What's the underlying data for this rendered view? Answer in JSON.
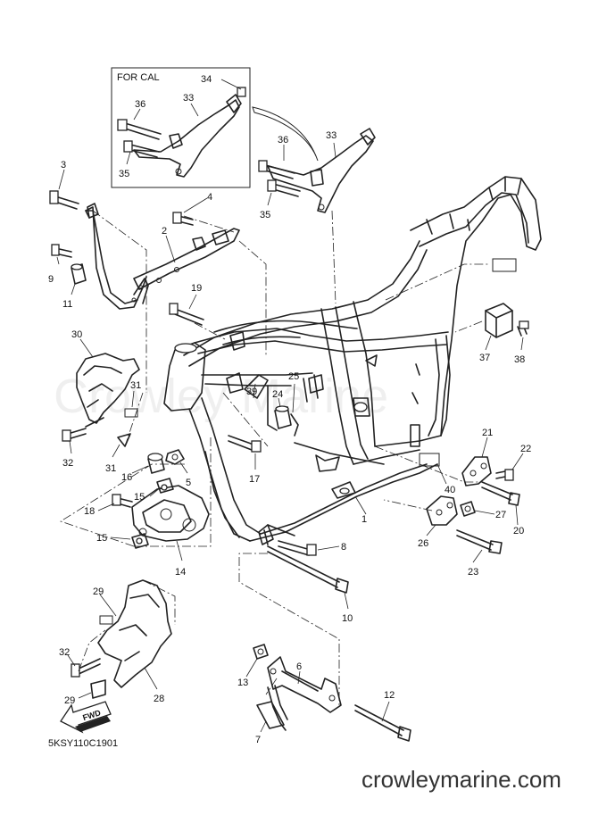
{
  "diagram": {
    "inset_title": "FOR CAL",
    "drawing_code": "5KSY110C1901",
    "watermark": "Crowley Marine",
    "site": "crowleymarine.com",
    "fwd_label": "FWD",
    "callouts": {
      "p1": "1",
      "p2": "2",
      "p3": "3",
      "p4": "4",
      "p5": "5",
      "p6": "6",
      "p7": "7",
      "p8": "8",
      "p9": "9",
      "p10": "10",
      "p11": "11",
      "p12": "12",
      "p13": "13",
      "p14": "14",
      "p15a": "15",
      "p15b": "15",
      "p16": "16",
      "p17": "17",
      "p18": "18",
      "p19": "19",
      "p20": "20",
      "p21": "21",
      "p22": "22",
      "p23": "23",
      "p24": "24",
      "p25": "25",
      "p26": "26",
      "p27": "27",
      "p28": "28",
      "p29a": "29",
      "p29b": "29",
      "p30": "30",
      "p31a": "31",
      "p31b": "31",
      "p32a": "32",
      "p32b": "32",
      "p33a": "33",
      "p33b": "33",
      "p34": "34",
      "p35a": "35",
      "p35b": "35",
      "p36a": "36",
      "p36b": "36",
      "p37": "37",
      "p38": "38",
      "p39": "39",
      "p40": "40"
    }
  }
}
